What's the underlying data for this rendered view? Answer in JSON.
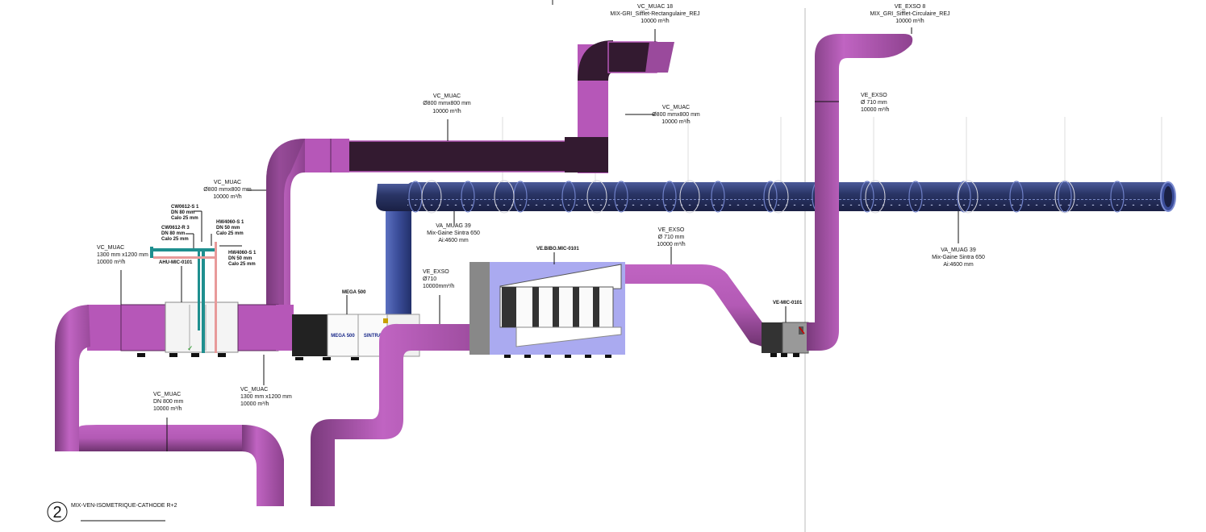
{
  "drawing": {
    "view_number": "2",
    "view_title": "MIX-VEN-ISOMETRIQUE-CATHODE R+2"
  },
  "colors": {
    "duct_light": "#b657b8",
    "duct_mid": "#9a4a9c",
    "duct_dark": "#331a30",
    "pipe_blue": "#2d3a6e",
    "pipe_blue_light": "#5a6fb8",
    "chw_teal": "#1f8f8f",
    "hw_pink": "#e89a9a",
    "hood_blue": "#aaaaf0"
  },
  "labels": {
    "vc_muac_18": {
      "line1": "VC_MUAC 18",
      "line2": "MIX-GRI_Sifflet-Rectangulaire_REJ",
      "line3": "10000 m³/h"
    },
    "ve_exso_8": {
      "line1": "VE_EXSO 8",
      "line2": "MIX_GRI_Sifflet-Circulaire_REJ",
      "line3": "10000 m³/h"
    },
    "vc_muac_top_left": {
      "line1": "VC_MUAC",
      "line2": "Ø800 mmx800 mm",
      "line3": "10000 m³/h"
    },
    "vc_muac_top_right": {
      "line1": "VC_MUAC",
      "line2": "Ø800 mmx800 mm",
      "line3": "10000 m³/h"
    },
    "ve_exso_riser": {
      "line1": "VE_EXSO",
      "line2": "Ø 710 mm",
      "line3": "10000 m³/h"
    },
    "vc_muac_elbow": {
      "line1": "VC_MUAC",
      "line2": "Ø800 mmx800 mm",
      "line3": "10000 m³/h"
    },
    "cw0612_s1": {
      "line1": "CW0612-S 1",
      "line2": "DN  80 mm",
      "line3": "Calo 25 mm"
    },
    "cw0612_r3": {
      "line1": "CW0612-R 3",
      "line2": "DN  80 mm",
      "line3": "Calo 25 mm"
    },
    "hw4060_s1_a": {
      "line1": "HW4060-S 1",
      "line2": "DN  50 mm",
      "line3": "Calo 25 mm"
    },
    "hw4060_s1_b": {
      "line1": "HW4060-S 1",
      "line2": "DN  50 mm",
      "line3": "Calo 25 mm"
    },
    "vc_muac_inlet": {
      "line1": "VC_MUAC",
      "line2": "1300 mm x1200 mm",
      "line3": "10000 m³/h"
    },
    "ahu_tag": {
      "line1": "AHU-MIC-0101"
    },
    "vc_muac_dn800": {
      "line1": "VC_MUAC",
      "line2": "DN 800 mm",
      "line3": "10000 m³/h"
    },
    "vc_muac_outlet": {
      "line1": "VC_MUAC",
      "line2": "1300 mm x1200 mm",
      "line3": "10000 m³/h"
    },
    "mega_tag": {
      "line1": "MEGA 500"
    },
    "va_muag_left": {
      "line1": "VA_MUAG 39",
      "line2": "Mix-Gaine Sintra 650",
      "line3": "Ai:4600 mm"
    },
    "va_muag_right": {
      "line1": "VA_MUAG 39",
      "line2": "Mix-Gaine Sintra 650",
      "line3": "Ai:4600 mm"
    },
    "ve_exso_710": {
      "line1": "VE_EXSO",
      "line2": "Ø710",
      "line3": "10000mm³/h"
    },
    "ve_bibo_tag": {
      "line1": "VE.BIBO.MIC-0101"
    },
    "ve_exso_mid": {
      "line1": "VE_EXSO",
      "line2": "Ø 710 mm",
      "line3": "10000 m³/h"
    },
    "ve_fan_tag": {
      "line1": "VE-MIC-0101"
    }
  },
  "equipment": {
    "mega_panel_1": "MEGA 500",
    "mega_panel_2": "SINTRA"
  }
}
